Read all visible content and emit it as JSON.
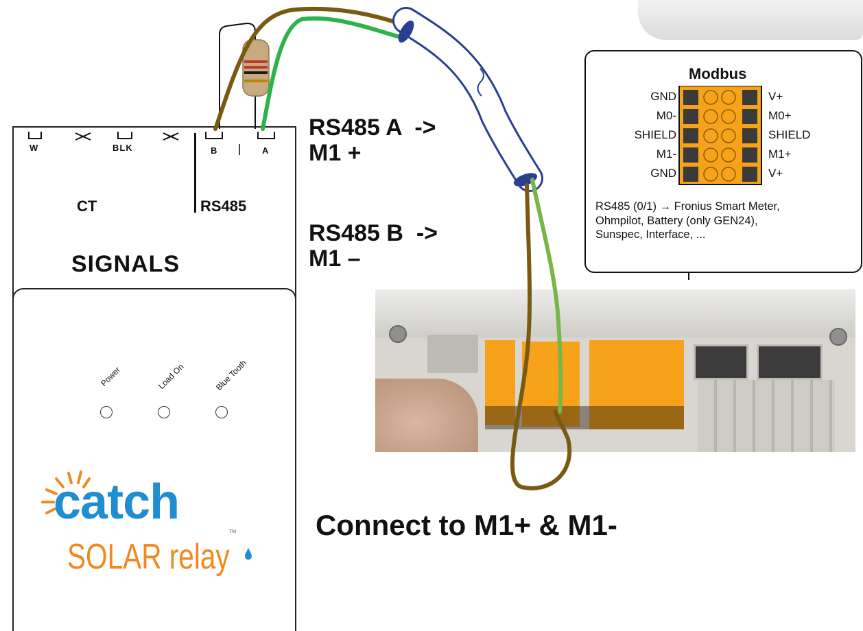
{
  "device": {
    "terminals": {
      "w": "W",
      "blk": "BLK",
      "b": "B",
      "a": "A"
    },
    "ct_label": "CT",
    "rs485_label": "RS485",
    "signals_label": "SIGNALS",
    "leds": {
      "power": "Power",
      "load_on": "Load On",
      "bluetooth": "Blue Tooth"
    },
    "logo": {
      "line1": "catch",
      "line2": "SOLAR relay",
      "tm": "TM"
    }
  },
  "labels": {
    "rs485_a_line1": "RS485 A  ->",
    "rs485_a_line2": "M1 +",
    "rs485_b_line1": "RS485 B  ->",
    "rs485_b_line2": "M1 –",
    "connect": "Connect to M1+ & M1-"
  },
  "modbus": {
    "title": "Modbus",
    "rows": [
      {
        "left": "GND",
        "right": "V+"
      },
      {
        "left": "M0-",
        "right": "M0+"
      },
      {
        "left": "SHIELD",
        "right": "SHIELD"
      },
      {
        "left": "M1-",
        "right": "M1+"
      },
      {
        "left": "GND",
        "right": "V+"
      }
    ],
    "desc_line1": "RS485 (0/1) ",
    "desc_arrow_target": " Fronius Smart Meter,",
    "desc_line2": "Ohmpilot, Battery (only GEN24),",
    "desc_line3": "Sunspec, Interface, ..."
  },
  "colors": {
    "wire_brown": "#7a5a12",
    "wire_green": "#2eb34a",
    "terminal_orange": "#f7a21b",
    "cable_blue": "#2a3f8f",
    "logo_blue": "#1f8ed0",
    "logo_orange": "#f08a1e"
  }
}
